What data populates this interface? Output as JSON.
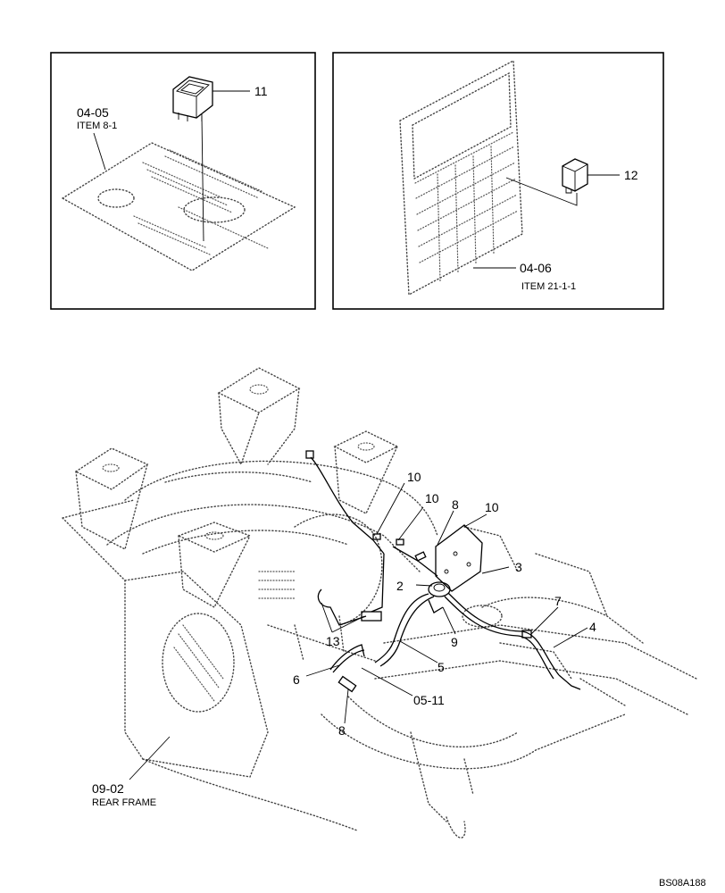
{
  "panels": {
    "left": {
      "ref_code": "04-05",
      "ref_item": "ITEM 8-1",
      "callout": "11"
    },
    "right": {
      "ref_code": "04-06",
      "ref_item": "ITEM 21-1-1",
      "callout": "12"
    }
  },
  "main": {
    "callouts": [
      "10",
      "10",
      "8",
      "10",
      "3",
      "2",
      "7",
      "4",
      "13",
      "9",
      "5",
      "6",
      "05-11",
      "8"
    ],
    "frame_ref_code": "09-02",
    "frame_ref_name": "REAR FRAME"
  },
  "figure_id": "BS08A188"
}
